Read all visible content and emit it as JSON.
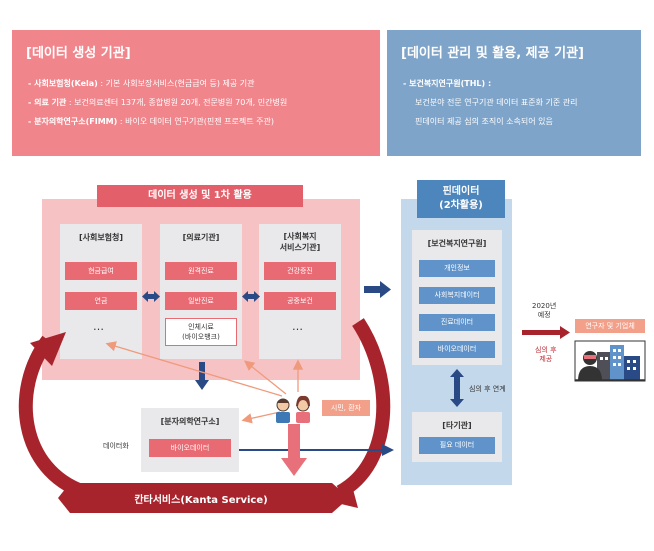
{
  "top_left": {
    "title": "[데이터 생성 기관]",
    "lines": [
      {
        "label": "- 사회보험청(Kela)",
        "text": " : 기본 사회보장서비스(현금급여 등) 제공 기관"
      },
      {
        "label": "- 의료 기관",
        "text": " : 보건의료센터 137개, 종합병원 20개, 전문병원 70개, 민간병원"
      },
      {
        "label": "- 분자의학연구소(FIMM)",
        "text": " : 바이오 데이터 연구기관(핀젠 프로젝트 주관)"
      }
    ]
  },
  "top_right": {
    "title": "[데이터 관리 및 활용, 제공 기관]",
    "lines": [
      "- 보건복지연구원(THL) :",
      "보건분야 전문 연구기관 데이터 표준화 기준 관리",
      "핀데이터 제공 심의 조직이 소속되어 있음"
    ]
  },
  "primary": {
    "header": "데이터 생성 및 1차 활용",
    "kela": {
      "title": "[사회보험청]",
      "items": [
        "현금급여",
        "연금"
      ],
      "more": "…"
    },
    "medical": {
      "title": "[의료기관]",
      "items": [
        "원격진료",
        "일반진료"
      ],
      "biobank": "인체시료\n(바이오뱅크)"
    },
    "welfare": {
      "title": "[사회복지\n서비스기관]",
      "items": [
        "건강증진",
        "공중보건"
      ],
      "more": "…"
    }
  },
  "findata": {
    "header": "핀데이터\n(2차활용)",
    "thl": {
      "title": "[보건복지연구원]",
      "items": [
        "개인정보",
        "사회복지데이터",
        "진료데이터",
        "바이오데이터"
      ]
    },
    "review_link": "심의 후 연계",
    "other": {
      "title": "[타기관]",
      "item": "필요 데이터"
    }
  },
  "fimm": {
    "title": "[분자의학연구소]",
    "item": "바이오데이터",
    "datafication": "데이터화"
  },
  "citizens": {
    "label": "시민, 환자"
  },
  "kanta": {
    "label": "칸타서비스(Kanta Service)"
  },
  "provision": {
    "year": "2020년\n예정",
    "review": "심의 후\n제공",
    "recipient": "연구자 및 기업체"
  },
  "colors": {
    "red_box": "#f0868c",
    "blue_box": "#7fa4c9",
    "pink_zone": "#f6c2c4",
    "header_red": "#e3606b",
    "btn_red": "#e86a73",
    "blue_zone": "#c4d8eb",
    "header_blue": "#4d86bd",
    "btn_blue": "#5f93c9",
    "arrow_navy": "#2a4a86",
    "arrow_dark_red": "#a8242c",
    "kanta_bar": "#a8242c"
  },
  "icons": [
    "people-icon",
    "researcher-buildings-icon"
  ]
}
